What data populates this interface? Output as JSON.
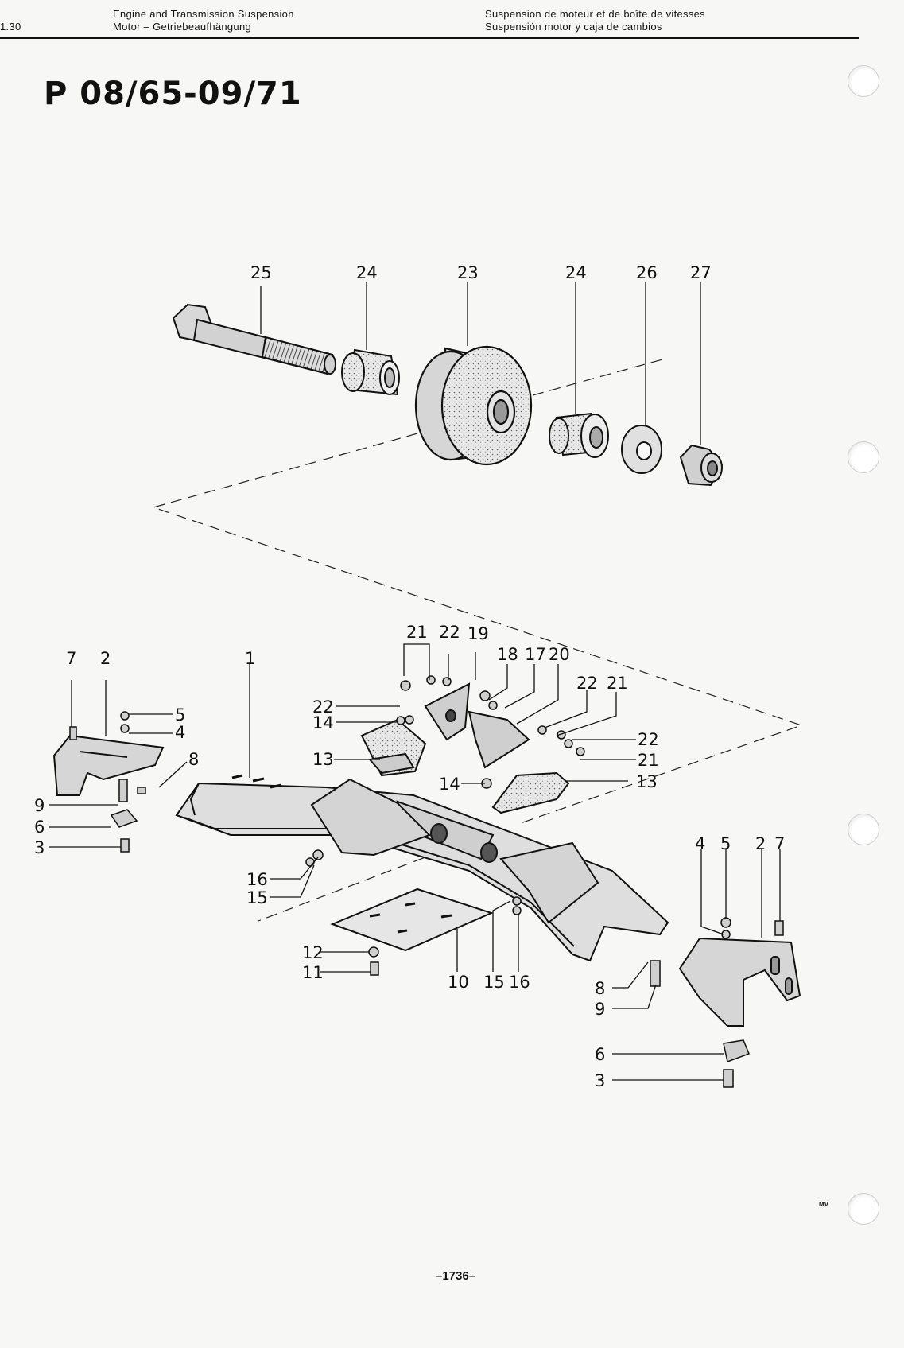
{
  "header": {
    "section": "1.30",
    "left_line1": "Engine and Transmission Suspension",
    "left_line2": "Motor – Getriebeaufhängung",
    "right_line1": "Suspension de moteur et de boîte de vitesses",
    "right_line2": "Suspensión motor y caja de cambios"
  },
  "model_range": "P 08/65-09/71",
  "footer": {
    "page_number": "–1736–",
    "artist_initials": "MV"
  },
  "callouts": {
    "c25": "25",
    "c24a": "24",
    "c23": "23",
    "c24b": "24",
    "c26": "26",
    "c27": "27",
    "c21a": "21",
    "c22a": "22",
    "c19": "19",
    "c18": "18",
    "c17": "17",
    "c20": "20",
    "c22b": "22",
    "c21b": "21",
    "c22c": "22",
    "c14a": "14",
    "c13a": "13",
    "c22d": "22",
    "c21c": "21",
    "c14b": "14",
    "c13b": "13",
    "c7a": "7",
    "c2a": "2",
    "c1": "1",
    "c5a": "5",
    "c4a": "4",
    "c8a": "8",
    "c9a": "9",
    "c6a": "6",
    "c3a": "3",
    "c16a": "16",
    "c15a": "15",
    "c12": "12",
    "c11": "11",
    "c10": "10",
    "c15b": "15",
    "c16b": "16",
    "c4b": "4",
    "c5b": "5",
    "c2b": "2",
    "c7b": "7",
    "c8b": "8",
    "c9b": "9",
    "c6b": "6",
    "c3b": "3"
  }
}
